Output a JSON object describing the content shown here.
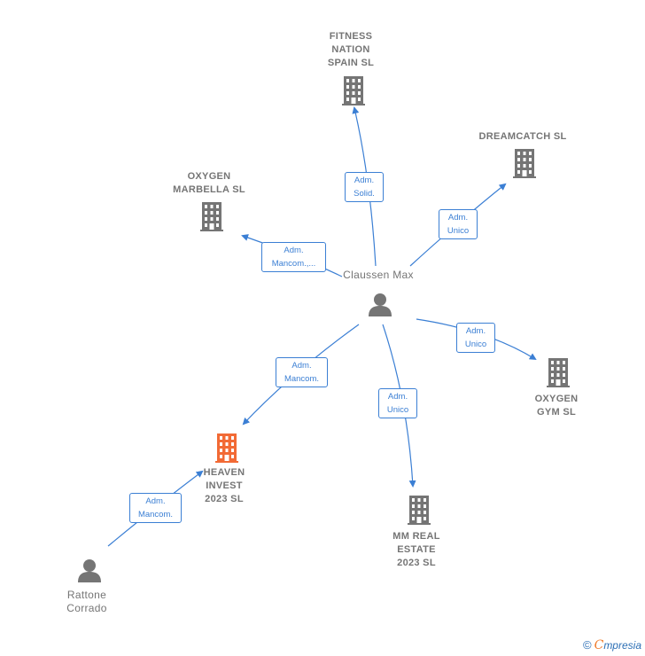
{
  "colors": {
    "edge": "#3b7fd4",
    "node_gray": "#757575",
    "node_highlight": "#f26a35"
  },
  "nodes": {
    "fitness": {
      "label": "FITNESS\nNATION\nSPAIN  SL",
      "icon": "building-icon"
    },
    "dreamcatch": {
      "label": "DREAMCATCH SL",
      "icon": "building-icon"
    },
    "oxygen_marbella": {
      "label": "OXYGEN\nMARBELLA  SL",
      "icon": "building-icon"
    },
    "claussen": {
      "label": "Claussen Max",
      "icon": "person-icon"
    },
    "oxygen_gym": {
      "label": "OXYGEN\nGYM  SL",
      "icon": "building-icon"
    },
    "heaven": {
      "label": "HEAVEN\nINVEST\n2023  SL",
      "icon": "building-icon"
    },
    "mm_real": {
      "label": "MM REAL\nESTATE\n2023  SL",
      "icon": "building-icon"
    },
    "rattone": {
      "label": "Rattone\nCorrado",
      "icon": "person-icon"
    }
  },
  "edges": {
    "to_fitness": {
      "line1": "Adm.",
      "line2": "Solid."
    },
    "to_dreamcatch": {
      "line1": "Adm.",
      "line2": "Unico"
    },
    "to_marbella": {
      "line1": "Adm.",
      "line2": "Mancom.,..."
    },
    "to_gym": {
      "line1": "Adm.",
      "line2": "Unico"
    },
    "to_heaven": {
      "line1": "Adm.",
      "line2": "Mancom."
    },
    "to_mm": {
      "line1": "Adm.",
      "line2": "Unico"
    },
    "rattone_heaven": {
      "line1": "Adm.",
      "line2": "Mancom."
    }
  },
  "footer": {
    "copyright": "©",
    "brand_first": "C",
    "brand_rest": "mpresia"
  }
}
